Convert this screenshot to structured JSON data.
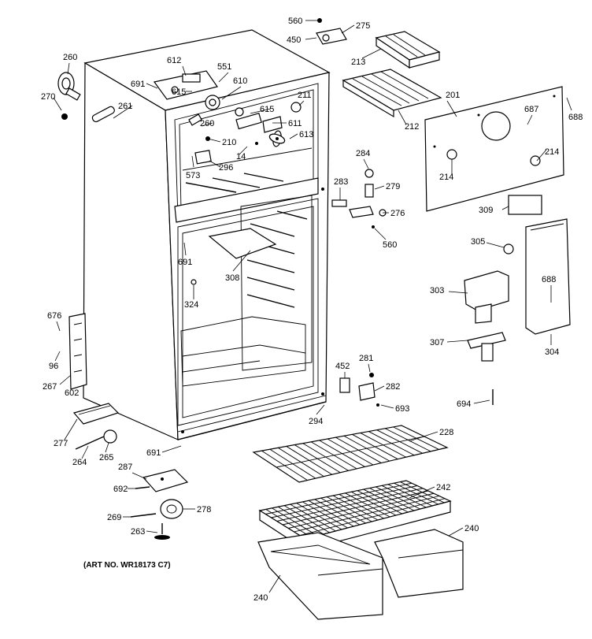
{
  "note": "(ART NO. WR18173 C7)",
  "callouts": {
    "c560a": "560",
    "c275": "275",
    "c450": "450",
    "c213": "213",
    "c260a": "260",
    "c270": "270",
    "c612": "612",
    "c551": "551",
    "c691a": "691",
    "c615a": "615",
    "c610": "610",
    "c261": "261",
    "c211": "211",
    "c615b": "615",
    "c201": "201",
    "c687": "687",
    "c688a": "688",
    "c260b": "260",
    "c611": "611",
    "c212": "212",
    "c613": "613",
    "c210": "210",
    "c14": "14",
    "c573": "573",
    "c296": "296",
    "c214a": "214",
    "c214b": "214",
    "c284": "284",
    "c283": "283",
    "c279": "279",
    "c276": "276",
    "c309": "309",
    "c560b": "560",
    "c691b": "691",
    "c305": "305",
    "c308": "308",
    "c324": "324",
    "c303": "303",
    "c688b": "688",
    "c676": "676",
    "c96": "96",
    "c307": "307",
    "c304": "304",
    "c267": "267",
    "c452": "452",
    "c281": "281",
    "c602": "602",
    "c282": "282",
    "c693": "693",
    "c694": "694",
    "c294": "294",
    "c228": "228",
    "c277": "277",
    "c264": "264",
    "c265": "265",
    "c691c": "691",
    "c287": "287",
    "c242": "242",
    "c692": "692",
    "c269": "269",
    "c278": "278",
    "c263": "263",
    "c240a": "240",
    "c240b": "240"
  }
}
